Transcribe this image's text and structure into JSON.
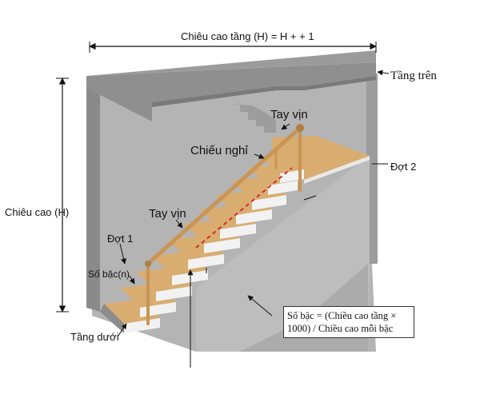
{
  "labels": {
    "floor_height_top": "Chiêu cao tầng (H) = H + + 1",
    "upper_floor": "Tầng trên",
    "lower_floor": "Tầng dưới",
    "height_left": "Chiêu cao (H)",
    "handrail_top": "Tay vịn",
    "handrail_mid": "Tay vịn",
    "landing": "Chiếu nghỉ",
    "flight_1": "Đợt 1",
    "flight_2": "Đợt 2",
    "step_count": "Số bặc(n)",
    "formula_line1": "Số bậc = (Chiều cao tầng ×",
    "formula_line2": "1000) / Chiều cao mỗi bậc"
  },
  "colors": {
    "wall": "#a9a9a9",
    "ceiling": "#8f8f8f",
    "tread": "#d9ad70",
    "riser": "#f2f2f2",
    "rail": "#c89555",
    "dashed_line": "#d22b2b"
  }
}
